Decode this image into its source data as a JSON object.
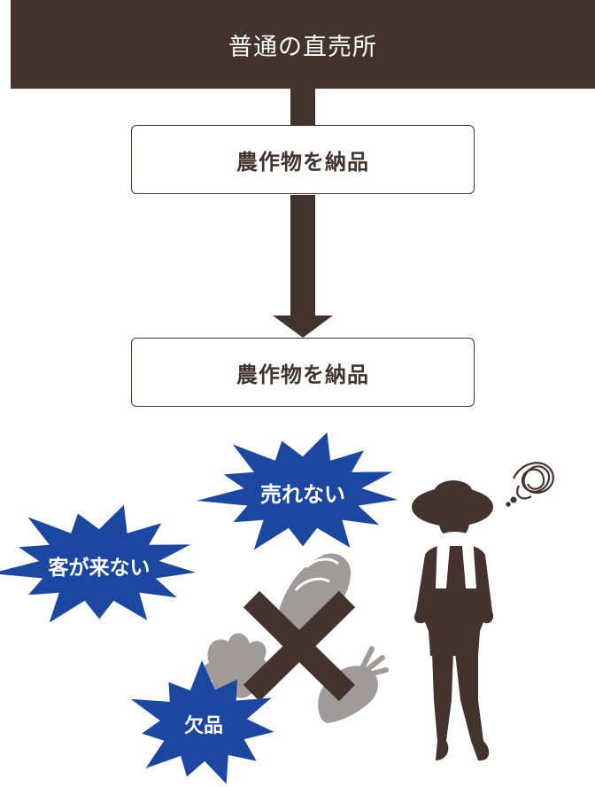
{
  "header": {
    "title": "普通の直売所"
  },
  "steps": [
    {
      "label": "農作物を納品"
    },
    {
      "label": "農作物を納品"
    }
  ],
  "problems": [
    {
      "label": "売れない"
    },
    {
      "label": "客が来ない"
    },
    {
      "label": "欠品"
    }
  ],
  "colors": {
    "brown": "#44332d",
    "burst_blue": "#1c47a0",
    "veg_gray": "#a09a98"
  },
  "icons": [
    "cross-mark-icon",
    "vegetables-icon",
    "farmer-icon",
    "frustration-scribble-icon"
  ]
}
